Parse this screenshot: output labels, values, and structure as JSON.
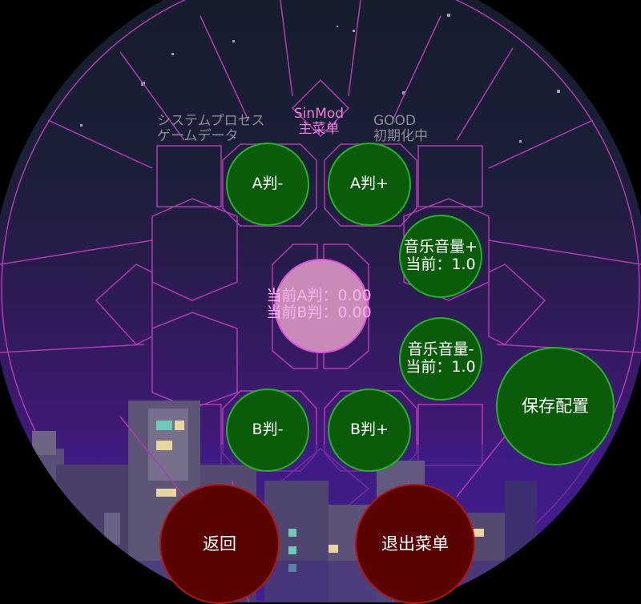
{
  "header": {
    "title_line1": "SinMod",
    "title_line2": "主菜单",
    "left_line1": "システムプロセス",
    "left_line2": "ゲームデータ",
    "right_line1": "GOOD",
    "right_line2": "初期化中"
  },
  "buttons": {
    "a_minus": "A判-",
    "a_plus": "A判+",
    "b_minus": "B判-",
    "b_plus": "B判+",
    "music_up_line1": "音乐音量+",
    "music_up_line2": "当前：1.0",
    "music_down_line1": "音乐音量-",
    "music_down_line2": "当前：1.0",
    "save": "保存配置",
    "back": "返回",
    "exit": "退出菜单"
  },
  "center": {
    "line1": "当前A判：0.00",
    "line2": "当前B判：0.00"
  },
  "colors": {
    "green_fill": "#0a5c0a",
    "green_border": "#27b327",
    "red_fill": "#5a0303",
    "red_border": "#b01818",
    "pink_fill": "#c98ab8",
    "frame": "#c040c0"
  }
}
